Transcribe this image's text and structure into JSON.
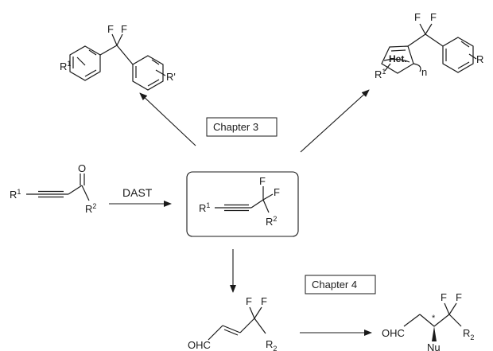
{
  "reagent": "DAST",
  "chapters": {
    "chapter3": "Chapter 3",
    "chapter4": "Chapter 4"
  },
  "atoms": {
    "F": "F",
    "O": "O",
    "R": "R",
    "R1_sup": "1",
    "R2_sup": "2",
    "R2_sub": "2",
    "Rprime": "R'",
    "het": "Het.",
    "n": "n",
    "OHC": "OHC",
    "Nu": "Nu",
    "star": "*"
  },
  "colors": {
    "ink": "#1a1a1a",
    "background": "#ffffff"
  }
}
